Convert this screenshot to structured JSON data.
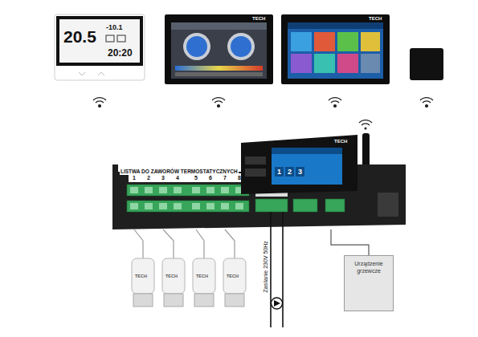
{
  "diagram": {
    "nodes": [
      {
        "text": [
          "LISTWA DO ZAWORÓW TERMOSTATYCZNYCH"
        ]
      },
      {
        "text": [
          "Urządzenie grzewcze"
        ]
      }
    ],
    "edges": [
      {
        "from": 0,
        "to": 1,
        "arrow": "none"
      }
    ],
    "labels": [
      "20.5",
      "-10.1",
      "20:20",
      "TECH",
      "TECH",
      "TECH",
      "1",
      "2",
      "3",
      "4",
      "5",
      "6",
      "7",
      "8",
      "1",
      "2",
      "3",
      "TECH",
      "TECH",
      "TECH",
      "TECH",
      "Zasilanie 230V 50Hz"
    ]
  }
}
